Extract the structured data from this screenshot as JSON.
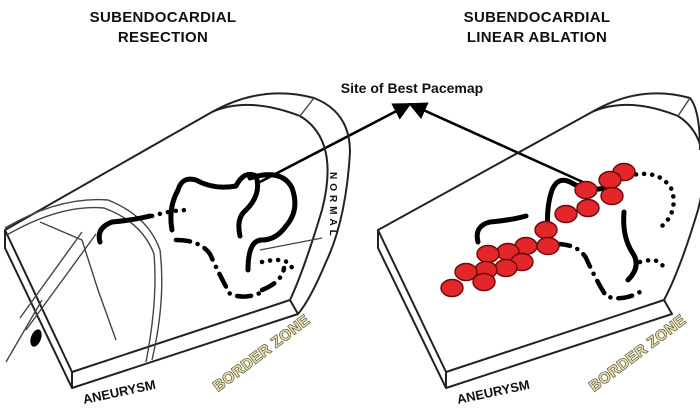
{
  "left_panel": {
    "title_line1": "SUBENDOCARDIAL",
    "title_line2": "RESECTION",
    "aneurysm_label": "ANEURYSM",
    "border_zone_label": "BORDER ZONE",
    "normal_label": "NORMAL"
  },
  "right_panel": {
    "title_line1": "SUBENDOCARDIAL",
    "title_line2": "LINEAR ABLATION",
    "aneurysm_label": "ANEURYSM",
    "border_zone_label": "BORDER ZONE"
  },
  "pacemap_label": "Site of Best Pacemap",
  "colors": {
    "lesion": "#e3262a",
    "border_zone_text": "#e2d9a8",
    "ink": "#000000"
  }
}
